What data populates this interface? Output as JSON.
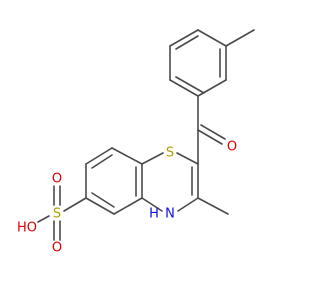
{
  "molecule": {
    "atoms": {
      "sulfur_ring": "S",
      "ketone_oxygen": "O",
      "nh_hydrogen": "H",
      "nh_nitrogen": "N",
      "sulfonyl_sulfur": "S",
      "sulfonyl_oxygen_top": "O",
      "sulfonyl_oxygen_bottom": "O",
      "hydroxyl": "HO"
    },
    "colors": {
      "bond": "#4a4a4a",
      "sulfur": "#b5a000",
      "oxygen": "#e00000",
      "nitrogen": "#1010e0"
    }
  }
}
